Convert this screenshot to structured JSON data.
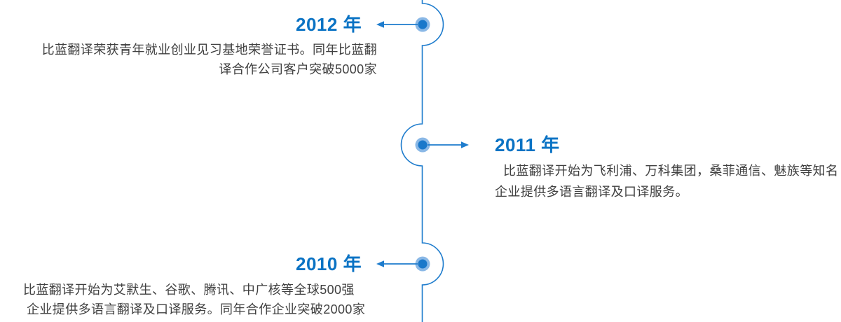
{
  "colors": {
    "background": "#ffffff",
    "accent_year_blue": "#0b73c4",
    "timeline_line_blue": "#1e7ccd",
    "dot_core_blue": "#1a78ca",
    "dot_halo_blue": "#8ab8e6",
    "body_text": "#404040"
  },
  "timeline": {
    "events": [
      {
        "year": "2012 年",
        "side": "left",
        "description_lines": [
          "比蓝翻译荣获青年就业创业见习基地荣誉证书。同年比蓝翻",
          "译合作公司客户突破5000家"
        ]
      },
      {
        "year": "2011 年",
        "side": "right",
        "description_lines": [
          "比蓝翻译开始为飞利浦、万科集团，桑菲通信、魅族等知名",
          "企业提供多语言翻译及口译服务。"
        ]
      },
      {
        "year": "2010 年",
        "side": "left",
        "description_lines": [
          "比蓝翻译开始为艾默生、谷歌、腾讯、中广核等全球500强",
          "企业提供多语言翻译及口译服务。同年合作企业突破2000家"
        ]
      }
    ]
  }
}
